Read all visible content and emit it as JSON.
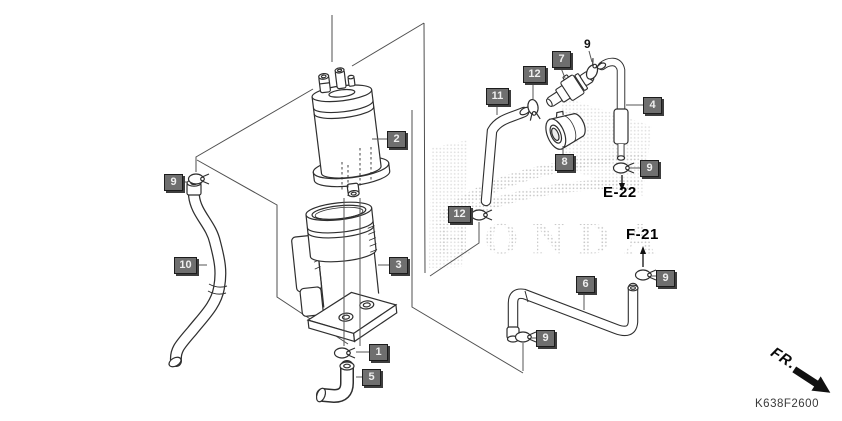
{
  "diagram": {
    "code": "K638F2600",
    "front_label": "FR.",
    "watermark": "HONDA",
    "references": {
      "e22": "E-22",
      "f21": "F-21"
    },
    "callouts": {
      "c1": {
        "num": "1"
      },
      "c2": {
        "num": "2"
      },
      "c3": {
        "num": "3"
      },
      "c4": {
        "num": "4"
      },
      "c5": {
        "num": "5"
      },
      "c6": {
        "num": "6"
      },
      "c7": {
        "num": "7"
      },
      "c8": {
        "num": "8"
      },
      "c9a": {
        "num": "9"
      },
      "c9b": {
        "num": "9"
      },
      "c9c": {
        "num": "9"
      },
      "c9d": {
        "num": "9"
      },
      "c9e": {
        "num": "9"
      },
      "c10": {
        "num": "10"
      },
      "c11": {
        "num": "11"
      },
      "c12a": {
        "num": "12"
      },
      "c12b": {
        "num": "12"
      }
    },
    "colors": {
      "background": "#ffffff",
      "label_box": "#6f6f6f",
      "label_box_shadow": "#3d3d3d",
      "label_text": "#efefef",
      "line_art": "#2f2f2f",
      "leader_line": "#565656",
      "watermark_dot": "#c9c9c9",
      "reference_text": "#000000"
    }
  }
}
